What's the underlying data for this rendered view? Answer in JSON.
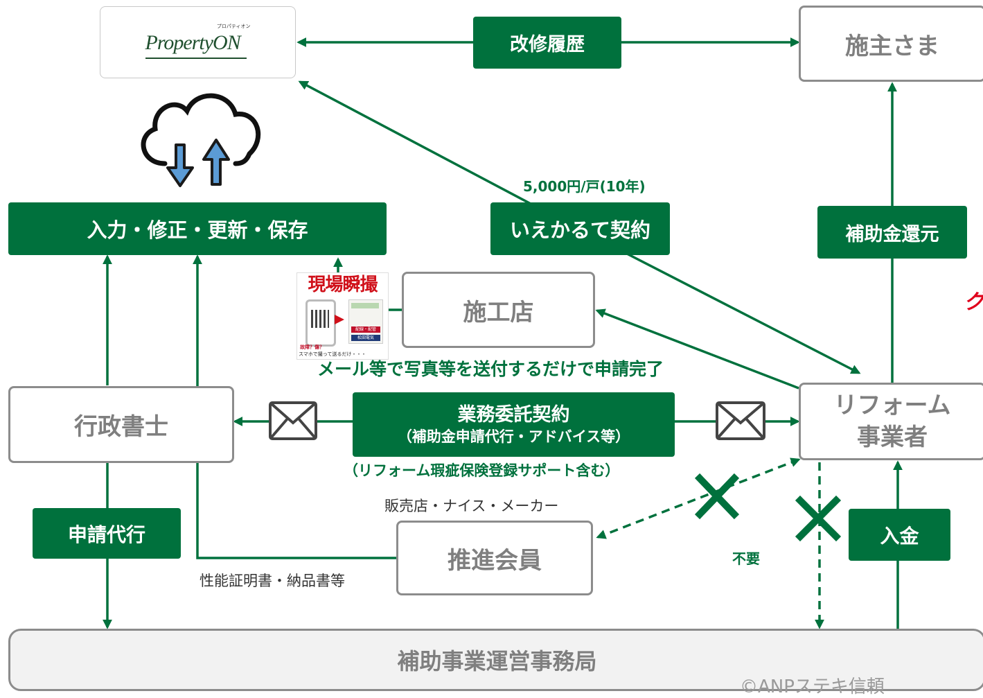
{
  "colors": {
    "green": "#00713d",
    "gray_text": "#7f7f7f",
    "border": "#8c8c8c",
    "red": "#e0001b",
    "arrow_blue": "#5b9bd5"
  },
  "logo": {
    "text": "PropertyON",
    "furigana": "プロパティオン"
  },
  "nodes": {
    "owner": "施主さま",
    "repair_history": "改修履歴",
    "input_update": "入力・修正・更新・保存",
    "iekarute_contract": "いえかるて契約",
    "subsidy_return": "補助金還元",
    "contractor": "施工店",
    "scrivener": "行政書士",
    "outsourcing_title": "業務委託契約",
    "outsourcing_sub": "（補助金申請代行・アドバイス等）",
    "reform_line1": "リフォーム",
    "reform_line2": "事業者",
    "apply_agent": "申請代行",
    "promo_member": "推進会員",
    "deposit": "入金",
    "office": "補助事業運営事務局"
  },
  "labels": {
    "fee": "5,000円/戸(10年)",
    "mail_note": "メール等で写真等を送付するだけで申請完了",
    "insurance_note": "（リフォーム瑕疵保険登録サポート含む）",
    "sellers": "販売店・ナイス・メーカー",
    "docs": "性能証明書・納品書等",
    "not_needed": "不要",
    "red_partial": "グ",
    "copyright": "©ANPステキ信頼"
  },
  "app_flyer": {
    "title": "現場瞬撮",
    "caption": "スマホで撮って送るだけ・・・",
    "badge1": "配線・配管",
    "badge2": "松田電気",
    "question": "故障？傷？"
  }
}
